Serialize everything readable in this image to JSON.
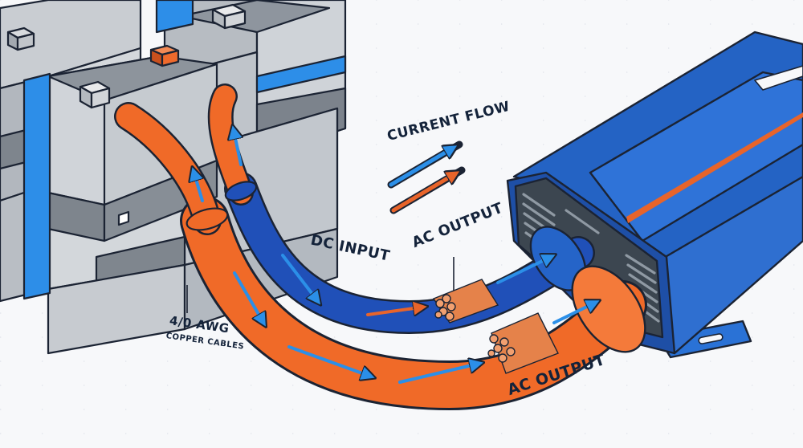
{
  "labels": {
    "current_flow": "CURRENT FLOW",
    "dc_input": "DC INPUT",
    "ac_output_upper": "AC OUTPUT",
    "ac_output_lower": "AC OUTPUT",
    "cable_gauge": "4/0 AWG",
    "cable_material": "COPPER CABLES"
  },
  "colors": {
    "battery_cells": "#c3c7cc",
    "battery_strap": "#2d8ee8",
    "positive_terminal": "#ef6a2c",
    "negative_terminal": "#e6e7e9",
    "inverter_body": "#2463c4",
    "blue_cable": "#2050b8",
    "orange_cable": "#f06a28",
    "copper_strands": "#e5824a",
    "flow_arrow_blue": "#2b8fe8",
    "flow_arrow_orange": "#e8642a",
    "outline": "#1b2333"
  }
}
